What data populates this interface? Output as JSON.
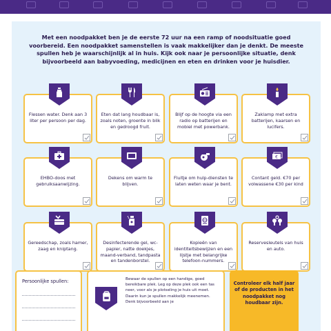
{
  "intro": "Met een noodpakket ben je de eerste 72 uur na een ramp of noodsituatie goed voorbereid. Een noodpakket samenstellen is vaak makkelijker dan je denkt. De meeste spullen heb je waarschijnlijk al in huis. Kijk ook naar je persoonlijke situatie, denk bijvoorbeeld aan babyvoeding, medicijnen en eten en drinken voor je huisdier.",
  "items": [
    {
      "icon": "water-bottle-icon",
      "text": "Flessen water. Denk aan 3 liter per persoon per dag."
    },
    {
      "icon": "fork-knife-icon",
      "text": "Eten dat lang houdbaar is, zoals noten, groente in blik en gedroogd fruit."
    },
    {
      "icon": "radio-icon",
      "text": "Blijf op de hoogte via een radio op batterijen en mobiel met powerbank."
    },
    {
      "icon": "candle-icon",
      "text": "Zaklamp met extra batterijen, kaarsen en lucifers."
    },
    {
      "icon": "first-aid-kit-icon",
      "text": "EHBO-doos met gebruiksaanwijzing."
    },
    {
      "icon": "blanket-icon",
      "text": "Dekens om warm te blijven."
    },
    {
      "icon": "whistle-icon",
      "text": "Fluitje om hulp-diensten te laten weten waar je bent."
    },
    {
      "icon": "cash-icon",
      "text": "Contant geld. €70 per volwassene €30 per kind"
    },
    {
      "icon": "toolbox-icon",
      "text": "Gereedschap, zoals hamer, zaag en kniptang."
    },
    {
      "icon": "spray-bottle-icon",
      "text": "Desinfecterende gel, wc-papier, natte doekjes, maand-verband, tandpasta en tandenborstel."
    },
    {
      "icon": "passport-icon",
      "text": "Kopieën van identiteitsbewijzen en een lijstje met belangrijke telefoon-nummers."
    },
    {
      "icon": "keys-icon",
      "text": "Reservesleutels van huis en auto."
    }
  ],
  "personal": {
    "label": "Persoonlijke spullen:"
  },
  "storage": {
    "icon": "backpack-icon",
    "text": "Bewaar de spullen op een handige, goed bereikbare plek. Leg op deze plek ook een tas neer, voor als je plotseling je huis uit moet. Daarin kun je spullen makkelijk meenemen. Denk bijvoorbeeld aan je"
  },
  "reminder": {
    "text": "Controleer elk half jaar of de producten in het noodpakket nog houdbaar zijn."
  },
  "colors": {
    "purple": "#4a2a86",
    "yellow": "#f6c244",
    "panel": "#e5f2fb"
  }
}
